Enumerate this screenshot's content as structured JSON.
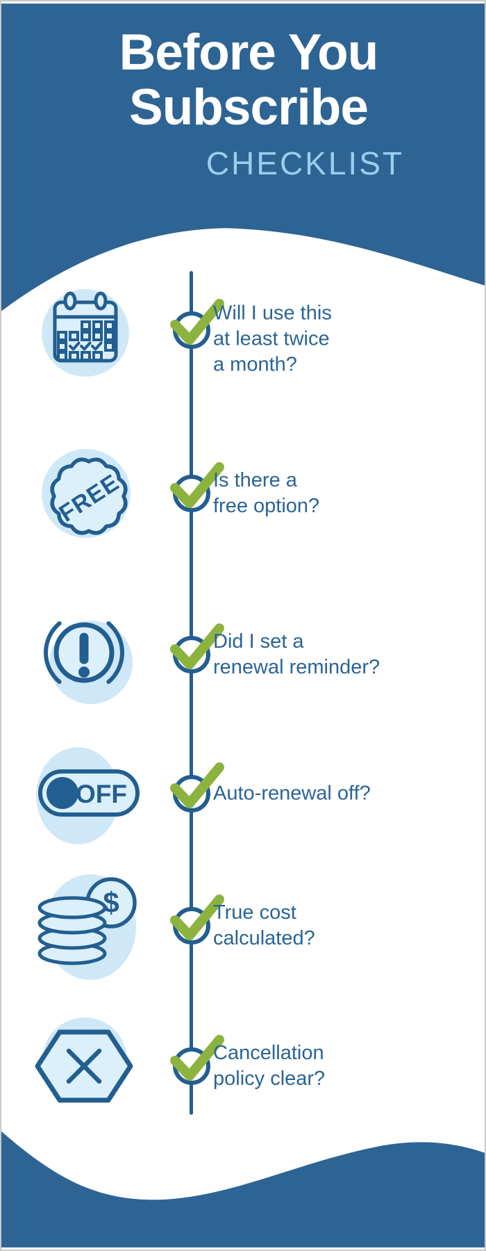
{
  "header": {
    "title_line_1": "Before You",
    "title_line_2": "Subscribe",
    "subtitle": "CHECKLIST"
  },
  "items": [
    {
      "icon": "calendar-icon",
      "question_lines": [
        "Will I use this",
        "at least twice",
        "a month?"
      ]
    },
    {
      "icon": "free-badge-icon",
      "badge_label": "FREE",
      "question_lines": [
        "Is there a",
        "free option?"
      ]
    },
    {
      "icon": "alert-icon",
      "question_lines": [
        "Did I set a",
        "renewal reminder?"
      ]
    },
    {
      "icon": "toggle-off-icon",
      "toggle_label": "OFF",
      "question_lines": [
        "Auto-renewal off?"
      ]
    },
    {
      "icon": "coins-icon",
      "currency_symbol": "$",
      "question_lines": [
        "True cost",
        "calculated?"
      ]
    },
    {
      "icon": "cancel-hexagon-icon",
      "question_lines": [
        "Cancellation",
        "policy clear?"
      ]
    }
  ],
  "colors": {
    "header_blue": "#2d6493",
    "accent_blue": "#235e90",
    "text_blue": "#2a6496",
    "blob_light_blue": "#cfe8f8",
    "icon_fill_blue": "#dcf0fb",
    "subtitle_blue": "#9dcdee",
    "check_green": "#8db33f"
  }
}
